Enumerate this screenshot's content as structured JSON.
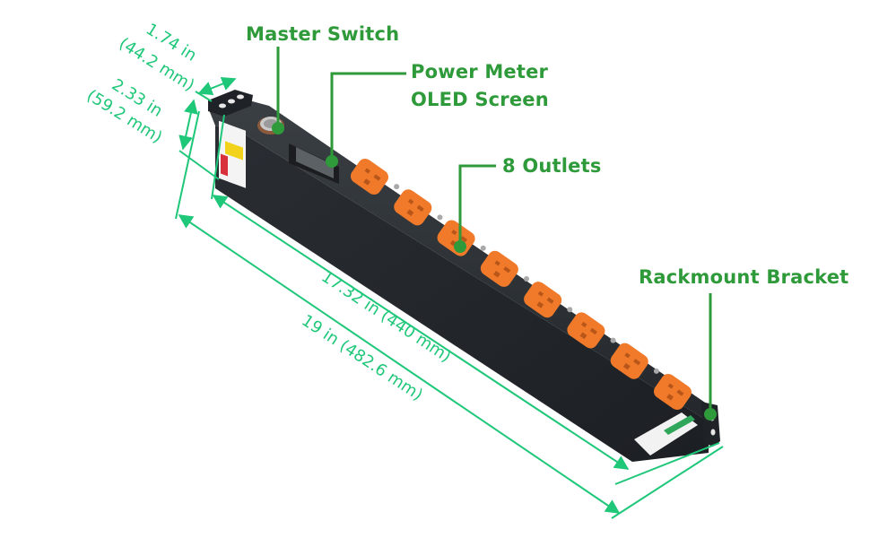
{
  "diagram": {
    "subject": "Rackmount power distribution unit with power meter",
    "callouts": {
      "master_switch": "Master Switch",
      "power_meter_line1": "Power Meter",
      "power_meter_line2": "OLED Screen",
      "outlets": "8 Outlets",
      "rackmount_bracket": "Rackmount Bracket"
    },
    "dimensions": {
      "height_in": "1.74 in",
      "height_mm": "(44.2 mm)",
      "depth_in": "2.33 in",
      "depth_mm": "(59.2 mm)",
      "body_length": "17.32 in (440 mm)",
      "total_length": "19 in (482.6 mm)"
    },
    "outlet_count": 8,
    "colors": {
      "callout_green": "#2e9a3a",
      "dimension_green": "#1fc779",
      "body_dark": "#2b2f33",
      "outlet_orange": "#f07a2a"
    }
  }
}
